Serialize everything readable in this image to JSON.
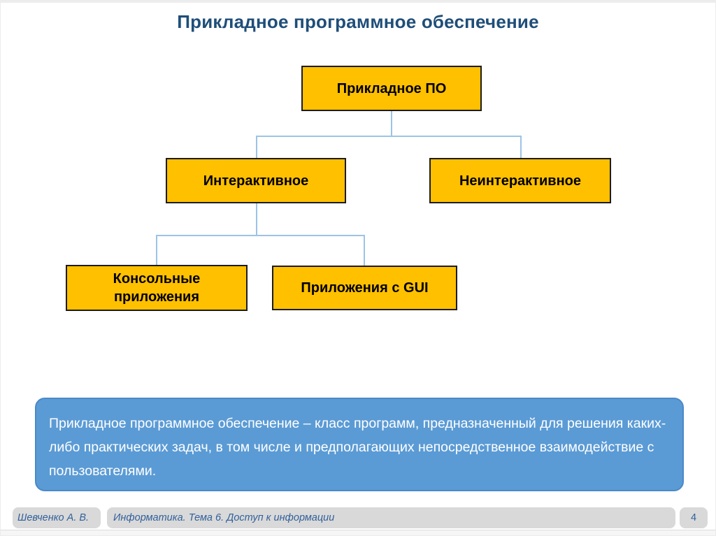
{
  "slide": {
    "title": "Прикладное программное обеспечение"
  },
  "diagram": {
    "root": {
      "label": "Прикладное ПО"
    },
    "level2": [
      {
        "label": "Интерактивное"
      },
      {
        "label": "Неинтерактивное"
      }
    ],
    "level3": [
      {
        "label": "Консольные приложения"
      },
      {
        "label": "Приложения с GUI"
      }
    ]
  },
  "definition": {
    "text": "Прикладное программное обеспечение – класс программ, предназначенный для решения каких-либо практических задач, в том числе и предполагающих непосредственное взаимодействие с пользователями."
  },
  "footer": {
    "author": "Шевченко А. В.",
    "subject": "Информатика. Тема 6. Доступ к информации",
    "page_number": "4"
  },
  "colors": {
    "node_fill": "#FFC000",
    "node_border": "#1C1C1C",
    "connector": "#9DC3E6",
    "definition_fill": "#5B9BD5",
    "definition_border": "#4A89C8",
    "title_text": "#1F4E79",
    "footer_pill": "#D9D9D9",
    "footer_text": "#31609B"
  }
}
